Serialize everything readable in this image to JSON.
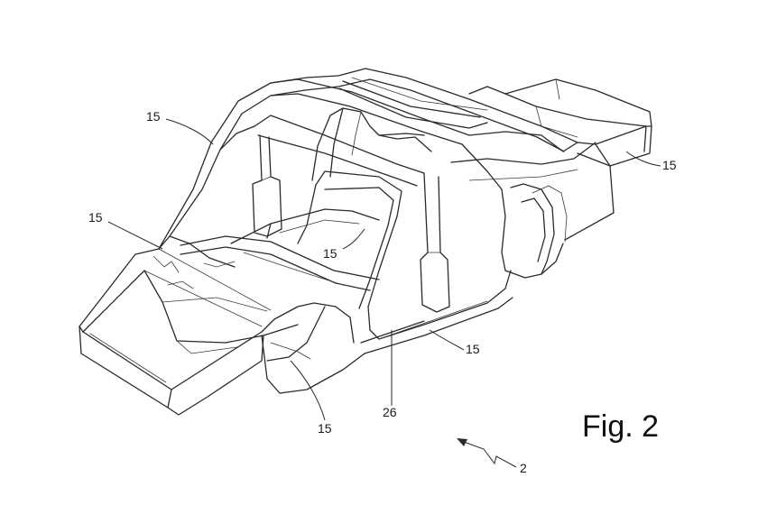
{
  "figure": {
    "caption": "Fig. 2",
    "overall_reference": "2",
    "reference_numerals": {
      "top_left_pillar": "15",
      "left_front": "15",
      "floor_center": "15",
      "right_rear": "15",
      "side_sill": "15",
      "front_bottom": "15",
      "door_opening": "26"
    }
  }
}
